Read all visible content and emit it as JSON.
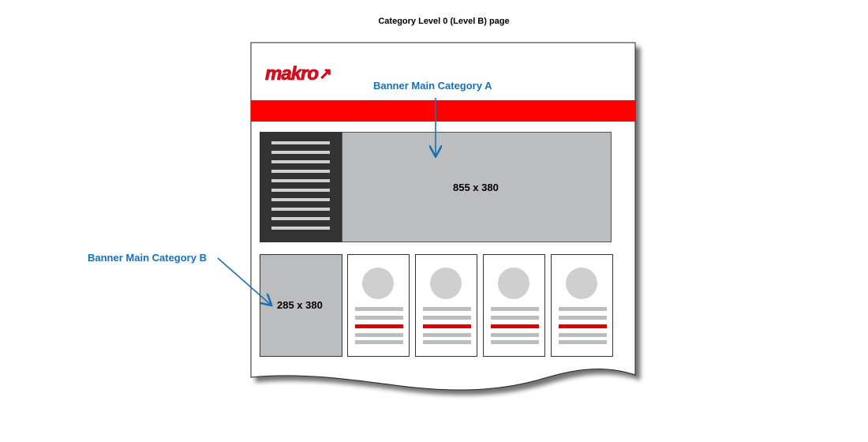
{
  "header": {
    "title": "Category Level 0 (Level B) page"
  },
  "logo": {
    "text": "makro",
    "arrow_glyph": "↗"
  },
  "banner_a": {
    "callout": "Banner Main Category A",
    "size": "855 x 380"
  },
  "banner_b": {
    "callout": "Banner Main Category B",
    "size": "285 x 380"
  },
  "menu_lines": 10,
  "product_cards": 4,
  "colors": {
    "brand_red": "#ff0000",
    "callout_blue": "#1a6fb5",
    "placeholder_gray": "#bcbdbf",
    "menu_dark": "#333333"
  }
}
